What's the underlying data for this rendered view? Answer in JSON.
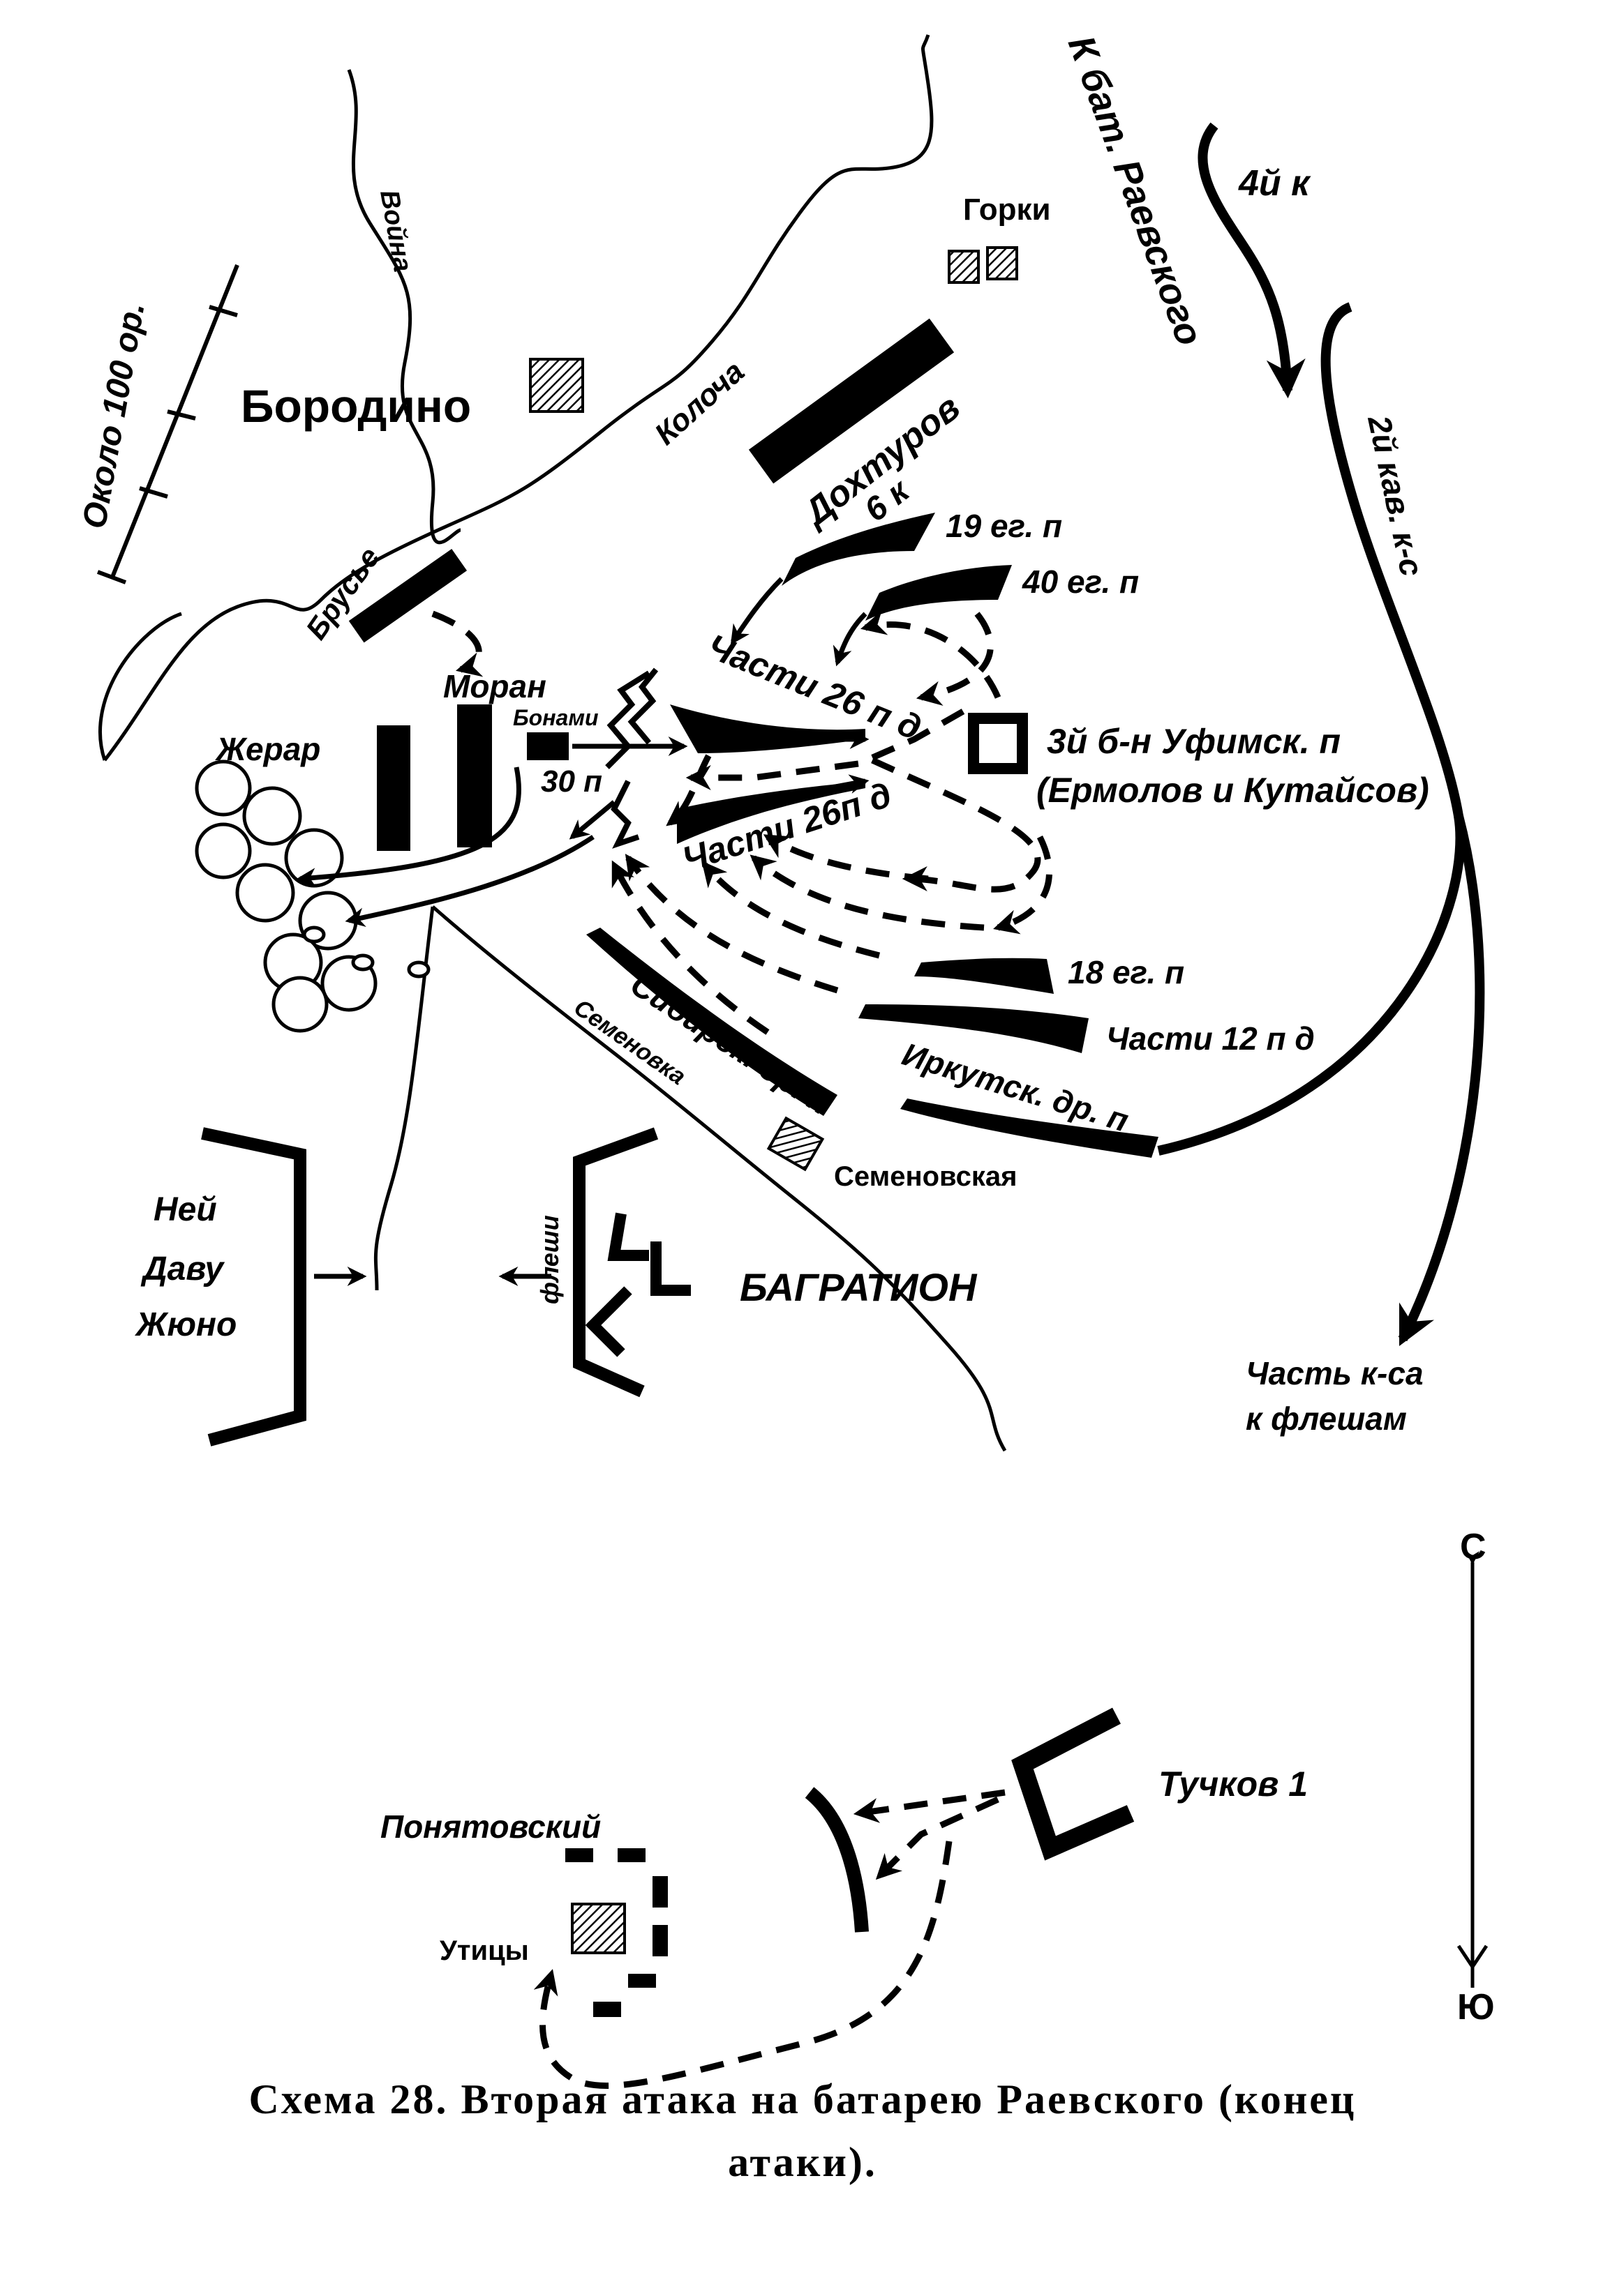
{
  "map": {
    "caption_line1": "Схема 28. Вторая атака на батарею Раевского (конец",
    "caption_line2": "атаки).",
    "compass": {
      "north": "С",
      "south": "Ю"
    },
    "places": {
      "borodino": "Бородино",
      "gorki": "Горки",
      "semenovskaya": "Семеновская",
      "utitsy": "Утицы"
    },
    "rivers": {
      "voyna": "Война",
      "kolocha": "Колоча",
      "semenovka": "Семеновка"
    },
    "french": {
      "artillery": "Около 100 ор.",
      "broussier": "Брусье",
      "morand": "Моран",
      "bonami": "Бонами",
      "regiment30": "30 п",
      "gerard": "Жерар",
      "ney": "Ней",
      "davout": "Даву",
      "junot": "Жюно",
      "poniatowski": "Понятовский"
    },
    "russian": {
      "to_raevsky": "К бат. Раевского",
      "corps4": "4й к",
      "dokhturov": "Дохтуров",
      "corps6": "6 к",
      "jaeger19": "19 ег. п",
      "jaeger40": "40 ег. п",
      "div26_upper": "Части 26 п д",
      "div26_lower": "Части 26п д",
      "ufa_battalion": "3й б-н Уфимск. п",
      "ermolov_kutaisov": "(Ермолов и Кутайсов)",
      "cav_corps2": "2й кав. к-с",
      "jaeger18": "18 ег. п",
      "div12": "Части 12 п д",
      "irkutsk": "Иркутск. др. п",
      "siberia": "Сибирск. др. п",
      "fleches": "флеши",
      "bagration": "БАГРАТИОН",
      "cav_part_line1": "Часть к-са",
      "cav_part_line2": "к флешам",
      "tuchkov": "Тучков 1"
    }
  }
}
